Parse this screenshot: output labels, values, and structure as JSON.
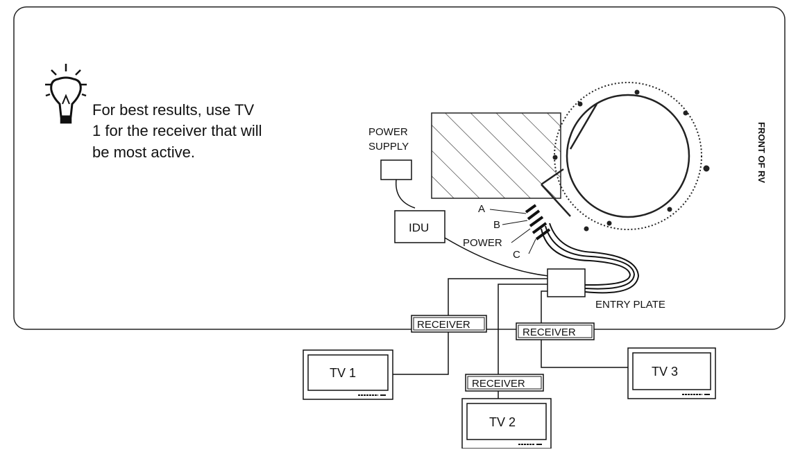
{
  "tip": {
    "icon": "lightbulb-icon",
    "lines": [
      "For best results, use TV",
      "1 for the receiver that will",
      "be most active."
    ]
  },
  "labels": {
    "power_supply": [
      "POWER",
      "SUPPLY"
    ],
    "idu": "IDU",
    "front_of_rv": "FRONT OF RV",
    "entry_plate": "ENTRY PLATE",
    "cable_a": "A",
    "cable_b": "B",
    "cable_power": "POWER",
    "cable_c": "C"
  },
  "receivers": [
    "RECEIVER",
    "RECEIVER",
    "RECEIVER"
  ],
  "tvs": [
    "TV 1",
    "TV 2",
    "TV 3"
  ]
}
